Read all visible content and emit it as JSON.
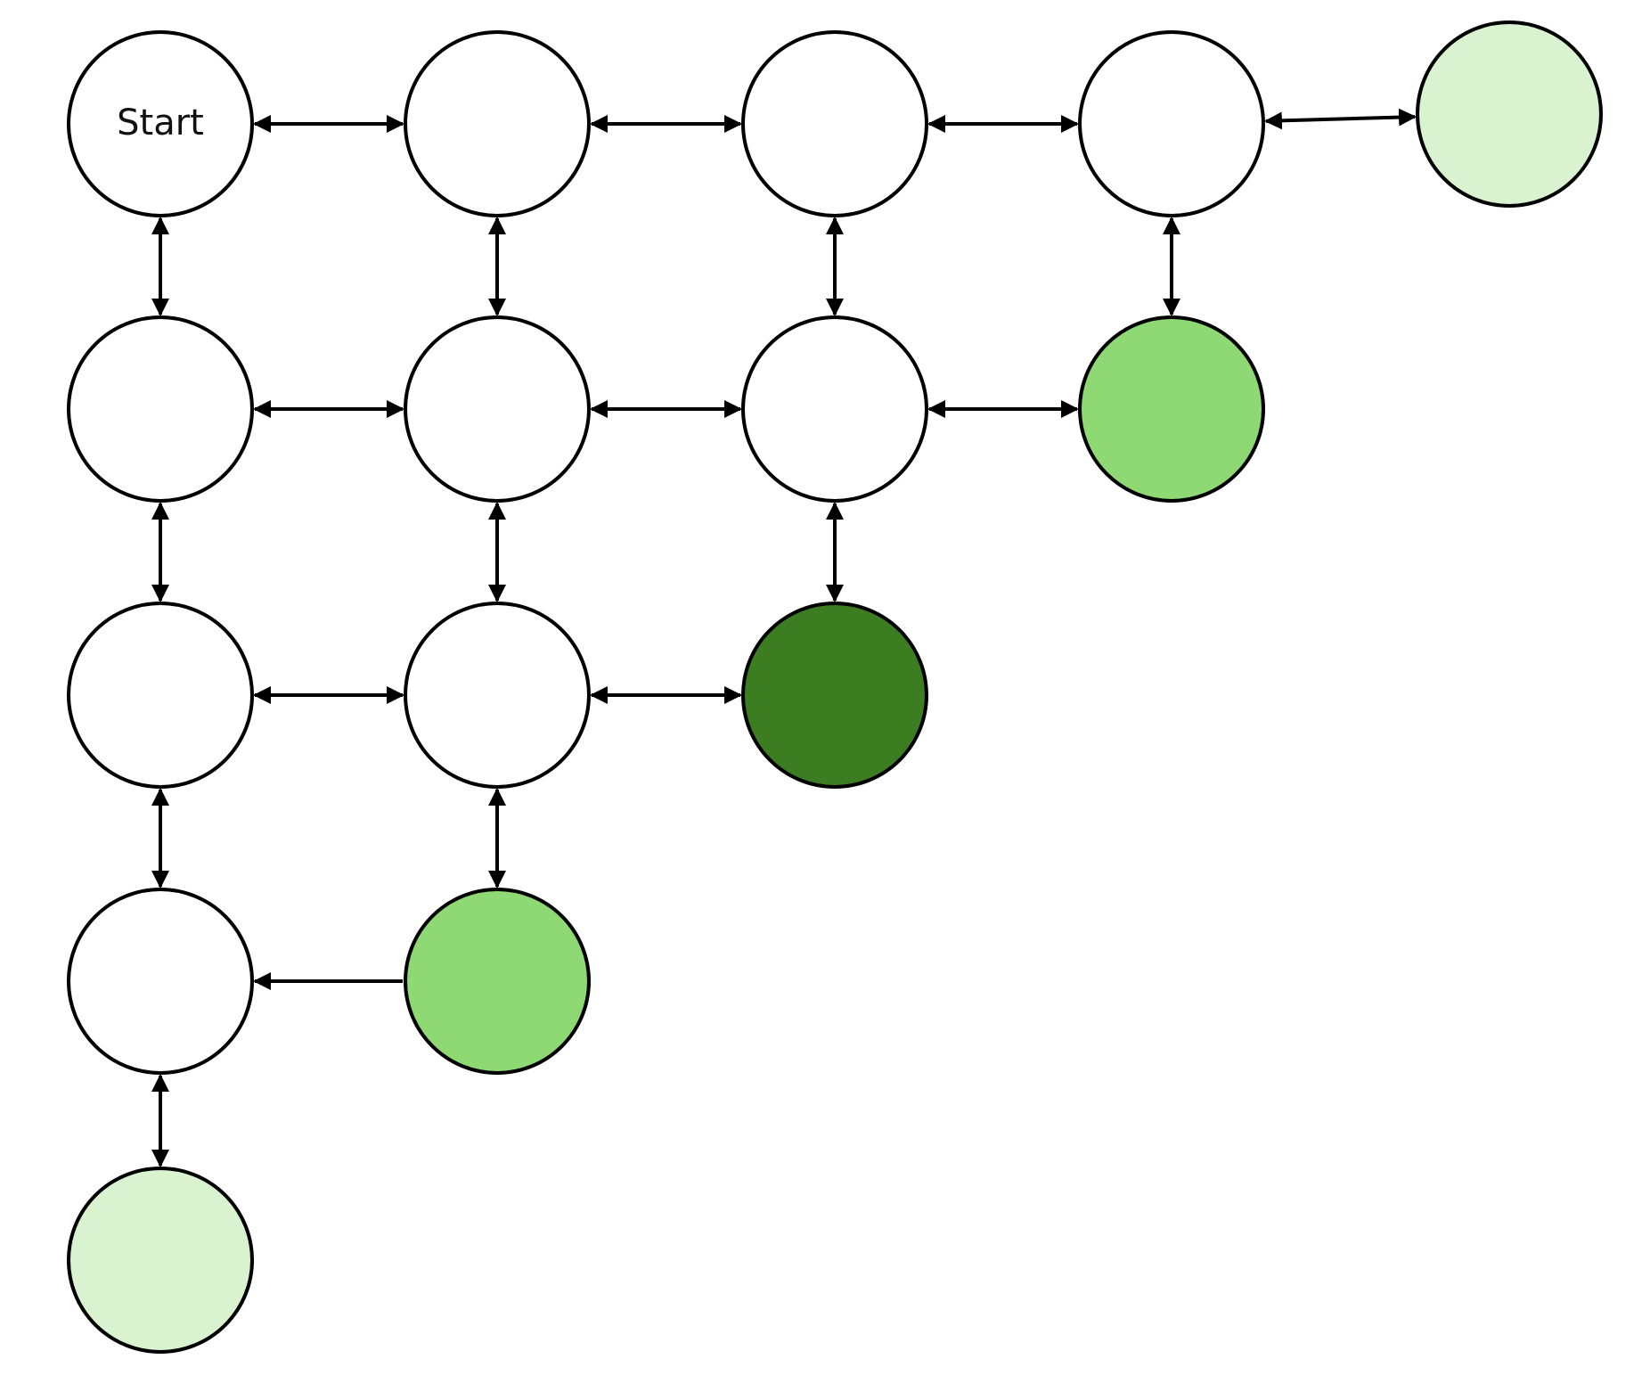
{
  "colors": {
    "node_default": "#ffffff",
    "node_light": "#d9f2d0",
    "node_medium": "#8ed973",
    "node_dark": "#3c7d22",
    "stroke": "#000000"
  },
  "nodes": [
    {
      "id": "n-0-0",
      "label": "Start",
      "fill": "node_default"
    },
    {
      "id": "n-0-1",
      "label": "",
      "fill": "node_default"
    },
    {
      "id": "n-0-2",
      "label": "",
      "fill": "node_default"
    },
    {
      "id": "n-0-3",
      "label": "",
      "fill": "node_default"
    },
    {
      "id": "n-0-4",
      "label": "",
      "fill": "node_light"
    },
    {
      "id": "n-1-0",
      "label": "",
      "fill": "node_default"
    },
    {
      "id": "n-1-1",
      "label": "",
      "fill": "node_default"
    },
    {
      "id": "n-1-2",
      "label": "",
      "fill": "node_default"
    },
    {
      "id": "n-1-3",
      "label": "",
      "fill": "node_medium"
    },
    {
      "id": "n-2-0",
      "label": "",
      "fill": "node_default"
    },
    {
      "id": "n-2-1",
      "label": "",
      "fill": "node_default"
    },
    {
      "id": "n-2-2",
      "label": "",
      "fill": "node_dark"
    },
    {
      "id": "n-3-0",
      "label": "",
      "fill": "node_default"
    },
    {
      "id": "n-3-1",
      "label": "",
      "fill": "node_medium"
    },
    {
      "id": "n-4-0",
      "label": "",
      "fill": "node_light"
    }
  ],
  "edges": [
    {
      "from": "n-0-0",
      "to": "n-0-1",
      "direction": "both"
    },
    {
      "from": "n-0-1",
      "to": "n-0-2",
      "direction": "both"
    },
    {
      "from": "n-0-2",
      "to": "n-0-3",
      "direction": "both"
    },
    {
      "from": "n-0-3",
      "to": "n-0-4",
      "direction": "both"
    },
    {
      "from": "n-1-0",
      "to": "n-1-1",
      "direction": "both"
    },
    {
      "from": "n-1-1",
      "to": "n-1-2",
      "direction": "both"
    },
    {
      "from": "n-1-2",
      "to": "n-1-3",
      "direction": "both"
    },
    {
      "from": "n-2-0",
      "to": "n-2-1",
      "direction": "both"
    },
    {
      "from": "n-2-1",
      "to": "n-2-2",
      "direction": "both"
    },
    {
      "from": "n-3-1",
      "to": "n-3-0",
      "direction": "forward"
    },
    {
      "from": "n-0-0",
      "to": "n-1-0",
      "direction": "both"
    },
    {
      "from": "n-0-1",
      "to": "n-1-1",
      "direction": "both"
    },
    {
      "from": "n-0-2",
      "to": "n-1-2",
      "direction": "both"
    },
    {
      "from": "n-0-3",
      "to": "n-1-3",
      "direction": "both"
    },
    {
      "from": "n-1-0",
      "to": "n-2-0",
      "direction": "both"
    },
    {
      "from": "n-1-1",
      "to": "n-2-1",
      "direction": "both"
    },
    {
      "from": "n-1-2",
      "to": "n-2-2",
      "direction": "both"
    },
    {
      "from": "n-2-0",
      "to": "n-3-0",
      "direction": "both"
    },
    {
      "from": "n-2-1",
      "to": "n-3-1",
      "direction": "both"
    },
    {
      "from": "n-3-0",
      "to": "n-4-0",
      "direction": "both"
    }
  ]
}
